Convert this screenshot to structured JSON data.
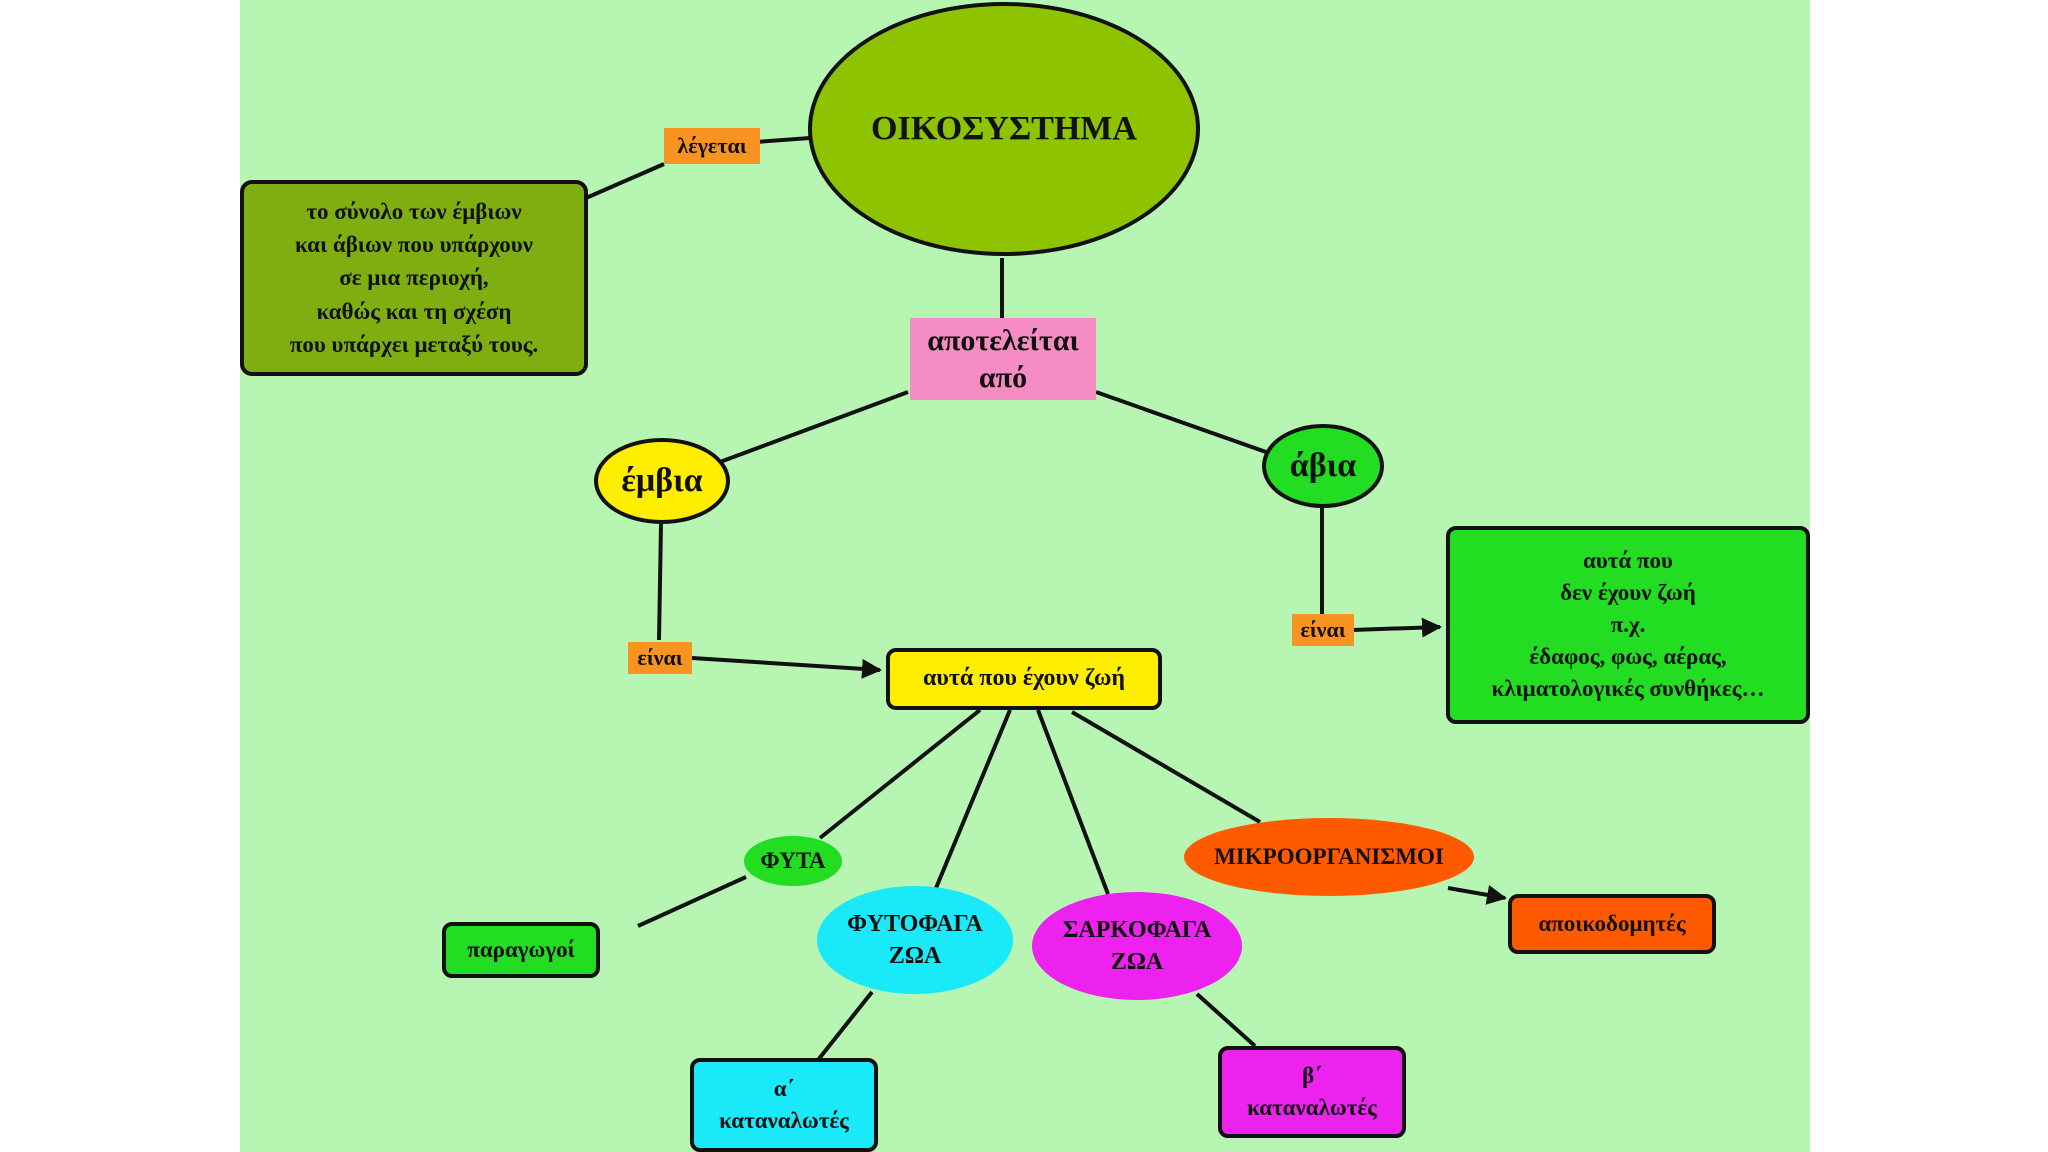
{
  "colors": {
    "background": "#b6f6b2",
    "olive": "#8dc300",
    "olive_box": "#7fae10",
    "orange_tag": "#f7931e",
    "pink": "#f58cc4",
    "yellow": "#ffee00",
    "green": "#22dd22",
    "cyan": "#19e9f9",
    "magenta": "#ee22ee",
    "red_orange": "#ff5a00",
    "line": "#111111"
  },
  "nodes": {
    "root": "ΟΙΚΟΣΥΣΤΗΜΑ",
    "legetai": "λέγεται",
    "definition": "το σύνολο των έμβιων\nκαι άβιων που υπάρχουν\nσε μια περιοχή,\nκαθώς και τη σχέση\nπου υπάρχει μεταξύ τους.",
    "apoteleitai": "αποτελείται\nαπό",
    "emvia": "έμβια",
    "avia": "άβια",
    "einai_left": "είναι",
    "einai_right": "είναι",
    "living": "αυτά που έχουν ζωή",
    "nonliving": "αυτά που\nδεν έχουν ζωή\nπ.χ.\nέδαφος, φως, αέρας,\nκλιματολογικές συνθήκες…",
    "fyta": "ΦΥΤΑ",
    "paragogoi": "παραγωγοί",
    "fytofaga": "ΦΥΤΟΦΑΓΑ\nΖΩΑ",
    "sarkofaga": "ΣΑΡΚΟΦΑΓΑ\nΖΩΑ",
    "mikroorganismoi": "ΜΙΚΡΟΟΡΓΑΝΙΣΜΟΙ",
    "apoikodomites": "αποικοδομητές",
    "a_katanalotes": "α΄\nκαταναλωτές",
    "b_katanalotes": "β΄\nκαταναλωτές"
  }
}
